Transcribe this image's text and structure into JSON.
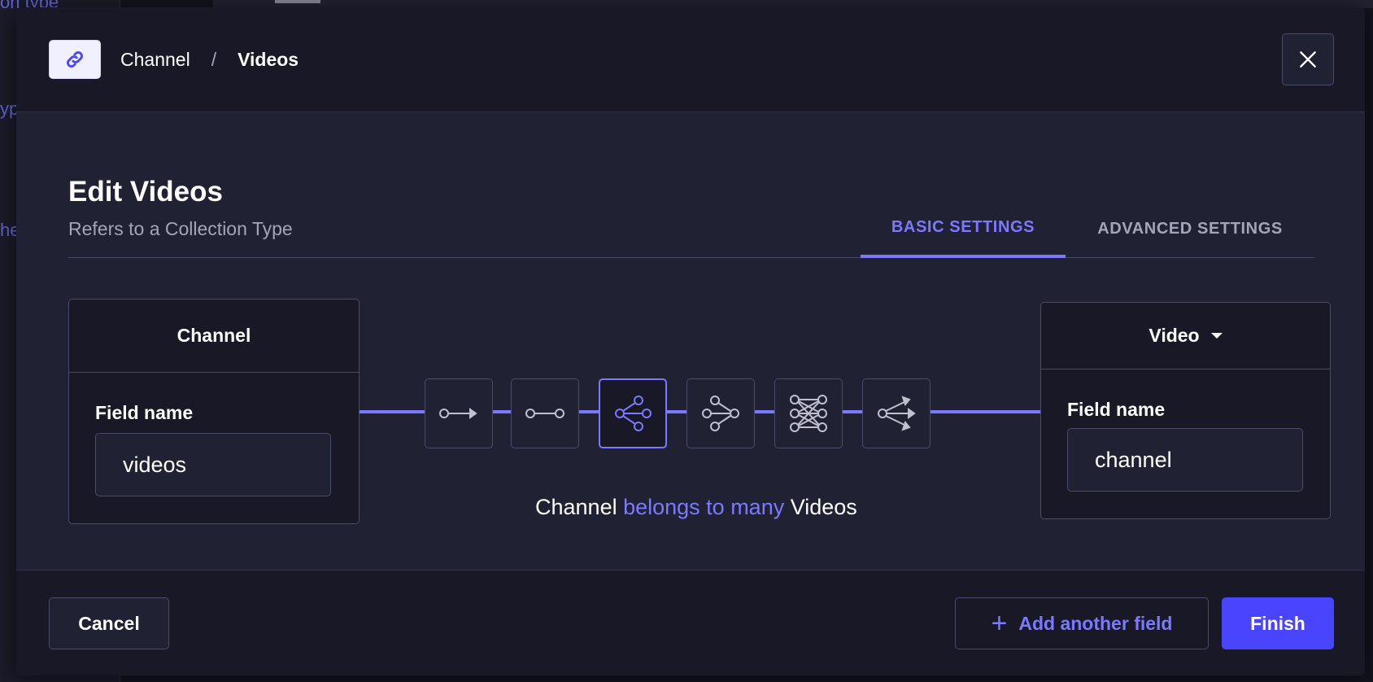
{
  "background": {
    "sidebar_texts": [
      "on type",
      "yp",
      "he"
    ]
  },
  "header": {
    "icon": "link-icon",
    "breadcrumb": [
      "Channel",
      "Videos"
    ],
    "separator": "/",
    "close_icon": "close-icon"
  },
  "body": {
    "title": "Edit Videos",
    "subtitle": "Refers to a Collection Type",
    "tabs": [
      {
        "label": "BASIC SETTINGS",
        "active": true
      },
      {
        "label": "ADVANCED SETTINGS",
        "active": false
      }
    ],
    "left": {
      "title": "Channel",
      "field_label": "Field name",
      "field_value": "videos"
    },
    "right": {
      "title": "Video",
      "field_label": "Field name",
      "field_value": "channel"
    },
    "relations": [
      {
        "name": "has-one-icon",
        "active": false
      },
      {
        "name": "one-to-one-icon",
        "active": false
      },
      {
        "name": "one-to-many-icon",
        "active": true
      },
      {
        "name": "many-to-one-icon",
        "active": false
      },
      {
        "name": "many-to-many-icon",
        "active": false
      },
      {
        "name": "has-many-icon",
        "active": false
      }
    ],
    "sentence": {
      "subject": "Channel",
      "verb": "belongs to many",
      "object": "Videos"
    }
  },
  "footer": {
    "cancel": "Cancel",
    "add_field": "Add another field",
    "finish": "Finish"
  },
  "colors": {
    "accent": "#7b79ff",
    "primary": "#4945ff",
    "surface": "#212134",
    "surface_dark": "#181826",
    "border": "#4a4a6a"
  }
}
